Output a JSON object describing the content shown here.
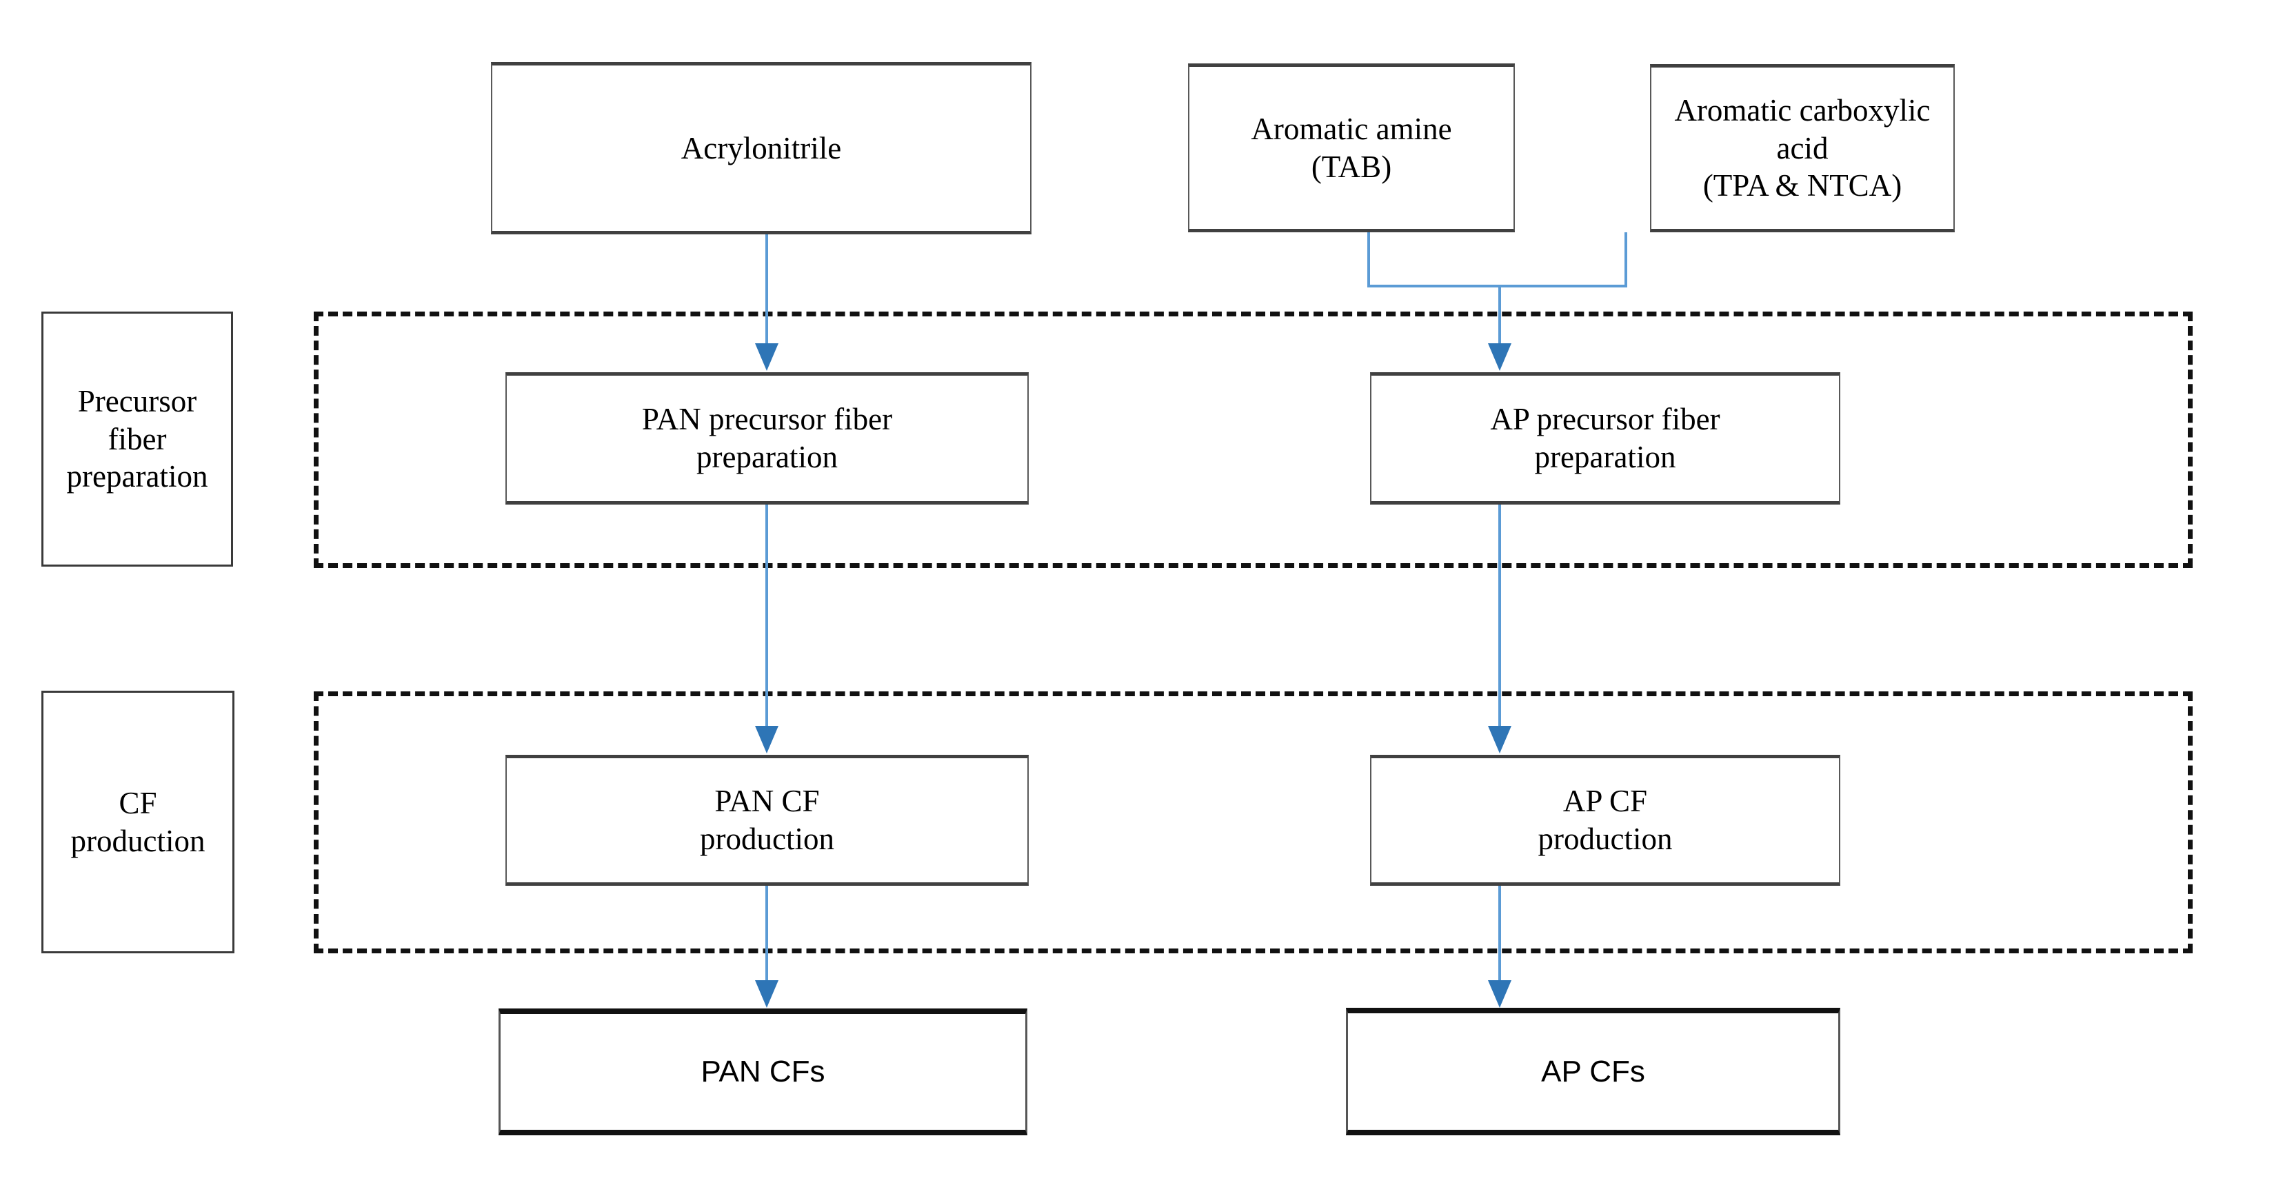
{
  "diagram": {
    "title": "Carbon fiber production routes flowchart",
    "accent_color": "#5b9bd5",
    "arrow_color": "#2e75b6",
    "box_border_color": "#585858",
    "dashed_border_color": "#111111",
    "background": "#ffffff"
  },
  "stage_labels": [
    {
      "id": "precursor-stage",
      "line1": "Precursor",
      "line2": "fiber",
      "line3": "preparation"
    },
    {
      "id": "cf-stage",
      "line1": "CF",
      "line2": "production"
    }
  ],
  "raw_materials": [
    {
      "id": "acrylonitrile",
      "line1": "Acrylonitrile",
      "line2": ""
    },
    {
      "id": "aromatic-amine",
      "line1": "Aromatic amine",
      "line2": "(TAB)"
    },
    {
      "id": "aromatic-carboxylic-acid",
      "line1": "Aromatic carboxylic",
      "line2": "acid",
      "line3": "(TPA & NTCA)"
    }
  ],
  "precursor_steps": [
    {
      "id": "pan-precursor",
      "line1": "PAN precursor fiber",
      "line2": "preparation"
    },
    {
      "id": "ap-precursor",
      "line1": "AP precursor fiber",
      "line2": "preparation"
    }
  ],
  "production_steps": [
    {
      "id": "pan-cf-production",
      "line1": "PAN CF",
      "line2": "production"
    },
    {
      "id": "ap-cf-production",
      "line1": "AP CF",
      "line2": "production"
    }
  ],
  "outputs": [
    {
      "id": "pan-cfs",
      "label": "PAN CFs"
    },
    {
      "id": "ap-cfs",
      "label": "AP CFs"
    }
  ]
}
